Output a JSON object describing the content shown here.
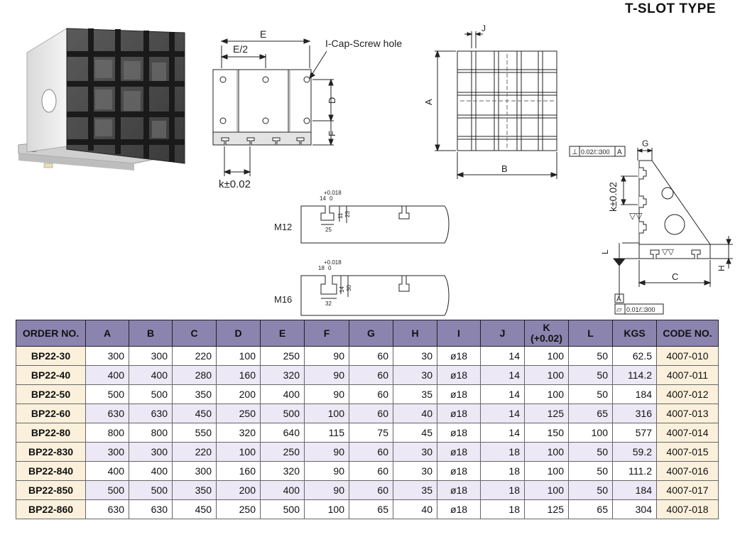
{
  "title": "T-SLOT TYPE",
  "drawings": {
    "front": {
      "e": "E",
      "e_half": "E/2",
      "screw": "I-Cap-Screw hole",
      "d": "D",
      "f": "F",
      "k": "k±0.02"
    },
    "top": {
      "j": "J",
      "a": "A",
      "b": "B"
    },
    "side": {
      "g": "G",
      "perp": "0.02/□300",
      "ref_a": "A",
      "k": "k±0.02",
      "l": "L",
      "h": "H",
      "c": "C",
      "ref_a2": "A",
      "flat": "0.01/□300"
    },
    "m12": {
      "label": "M12",
      "tol": "+0.018",
      "zero": "0",
      "w": "14",
      "d11": "11",
      "d23": "23",
      "w25": "25"
    },
    "m16": {
      "label": "M16",
      "tol": "+0.018",
      "zero": "0",
      "w": "18",
      "d14": "14",
      "d30": "30",
      "w32": "32"
    }
  },
  "table": {
    "headers": [
      "ORDER NO.",
      "A",
      "B",
      "C",
      "D",
      "E",
      "F",
      "G",
      "H",
      "I",
      "J",
      "K\n(+0.02)",
      "L",
      "KGS",
      "CODE NO."
    ],
    "rows": [
      [
        "BP22-30",
        "300",
        "300",
        "220",
        "100",
        "250",
        "90",
        "60",
        "30",
        "ø18",
        "14",
        "100",
        "50",
        "62.5",
        "4007-010"
      ],
      [
        "BP22-40",
        "400",
        "400",
        "280",
        "160",
        "320",
        "90",
        "60",
        "30",
        "ø18",
        "14",
        "100",
        "50",
        "114.2",
        "4007-011"
      ],
      [
        "BP22-50",
        "500",
        "500",
        "350",
        "200",
        "400",
        "90",
        "60",
        "35",
        "ø18",
        "14",
        "100",
        "50",
        "184",
        "4007-012"
      ],
      [
        "BP22-60",
        "630",
        "630",
        "450",
        "250",
        "500",
        "100",
        "60",
        "40",
        "ø18",
        "14",
        "125",
        "65",
        "316",
        "4007-013"
      ],
      [
        "BP22-80",
        "800",
        "800",
        "550",
        "320",
        "640",
        "115",
        "75",
        "45",
        "ø18",
        "14",
        "150",
        "100",
        "577",
        "4007-014"
      ],
      [
        "BP22-830",
        "300",
        "300",
        "220",
        "100",
        "250",
        "90",
        "60",
        "30",
        "ø18",
        "18",
        "100",
        "50",
        "59.2",
        "4007-015"
      ],
      [
        "BP22-840",
        "400",
        "400",
        "300",
        "160",
        "320",
        "90",
        "60",
        "30",
        "ø18",
        "18",
        "100",
        "50",
        "111.2",
        "4007-016"
      ],
      [
        "BP22-850",
        "500",
        "500",
        "350",
        "200",
        "400",
        "90",
        "60",
        "35",
        "ø18",
        "18",
        "100",
        "50",
        "184",
        "4007-017"
      ],
      [
        "BP22-860",
        "630",
        "630",
        "450",
        "250",
        "500",
        "100",
        "65",
        "40",
        "ø18",
        "18",
        "125",
        "65",
        "304",
        "4007-018"
      ]
    ]
  }
}
